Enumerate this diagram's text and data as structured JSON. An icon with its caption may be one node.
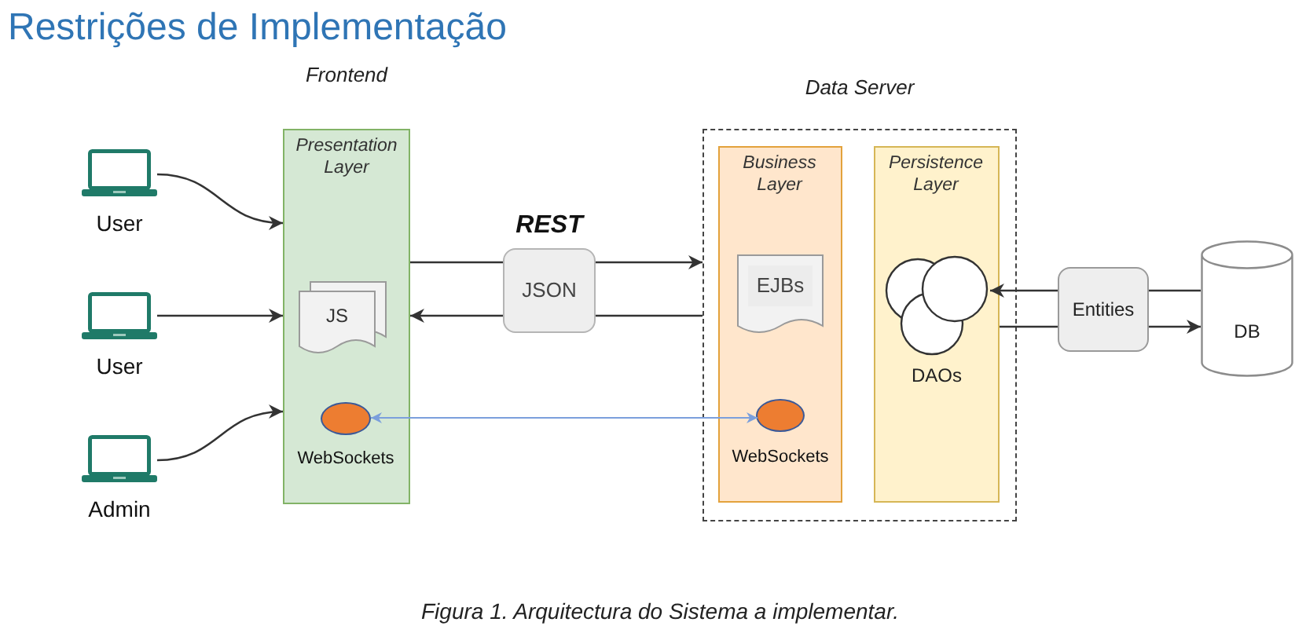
{
  "diagram": {
    "title": "Restrições de Implementação",
    "caption": "Figura 1. Arquitectura do Sistema a implementar.",
    "nodes": [
      {
        "text": [
          "User"
        ]
      },
      {
        "text": [
          "User"
        ]
      },
      {
        "text": [
          "Admin"
        ]
      },
      {
        "text": [
          "Frontend",
          "Presentation Layer"
        ]
      },
      {
        "text": [
          "JS"
        ],
        "in": 3
      },
      {
        "text": [
          "WebSockets"
        ],
        "in": 3
      },
      {
        "text": [
          "JSON"
        ],
        "beside": [
          "REST"
        ]
      },
      {
        "text": [
          "Data Server"
        ]
      },
      {
        "text": [
          "Business Layer"
        ],
        "in": 7
      },
      {
        "text": [
          "EJBs"
        ],
        "in": 8
      },
      {
        "text": [
          "WebSockets"
        ],
        "in": 8
      },
      {
        "text": [
          "Persistence Layer"
        ],
        "in": 7
      },
      {
        "text": [
          "DAOs"
        ],
        "in": 11
      },
      {
        "text": [
          "Entities"
        ]
      },
      {
        "text": [
          "DB"
        ]
      }
    ],
    "edges": [
      {
        "from": 0,
        "to": 3,
        "arrow": "to"
      },
      {
        "from": 1,
        "to": 3,
        "arrow": "to"
      },
      {
        "from": 2,
        "to": 3,
        "arrow": "to"
      },
      {
        "from": 3,
        "to": 6,
        "arrow": "none"
      },
      {
        "from": 6,
        "to": 7,
        "arrow": "to"
      },
      {
        "from": 7,
        "to": 6,
        "arrow": "none"
      },
      {
        "from": 6,
        "to": 3,
        "arrow": "to"
      },
      {
        "from": 5,
        "to": 10,
        "arrow": "both",
        "color": "#7b9fdc"
      },
      {
        "from": 14,
        "to": 13,
        "arrow": "none"
      },
      {
        "from": 13,
        "to": 12,
        "arrow": "to"
      },
      {
        "from": 11,
        "to": 13,
        "arrow": "none"
      },
      {
        "from": 13,
        "to": 14,
        "arrow": "to"
      }
    ]
  }
}
